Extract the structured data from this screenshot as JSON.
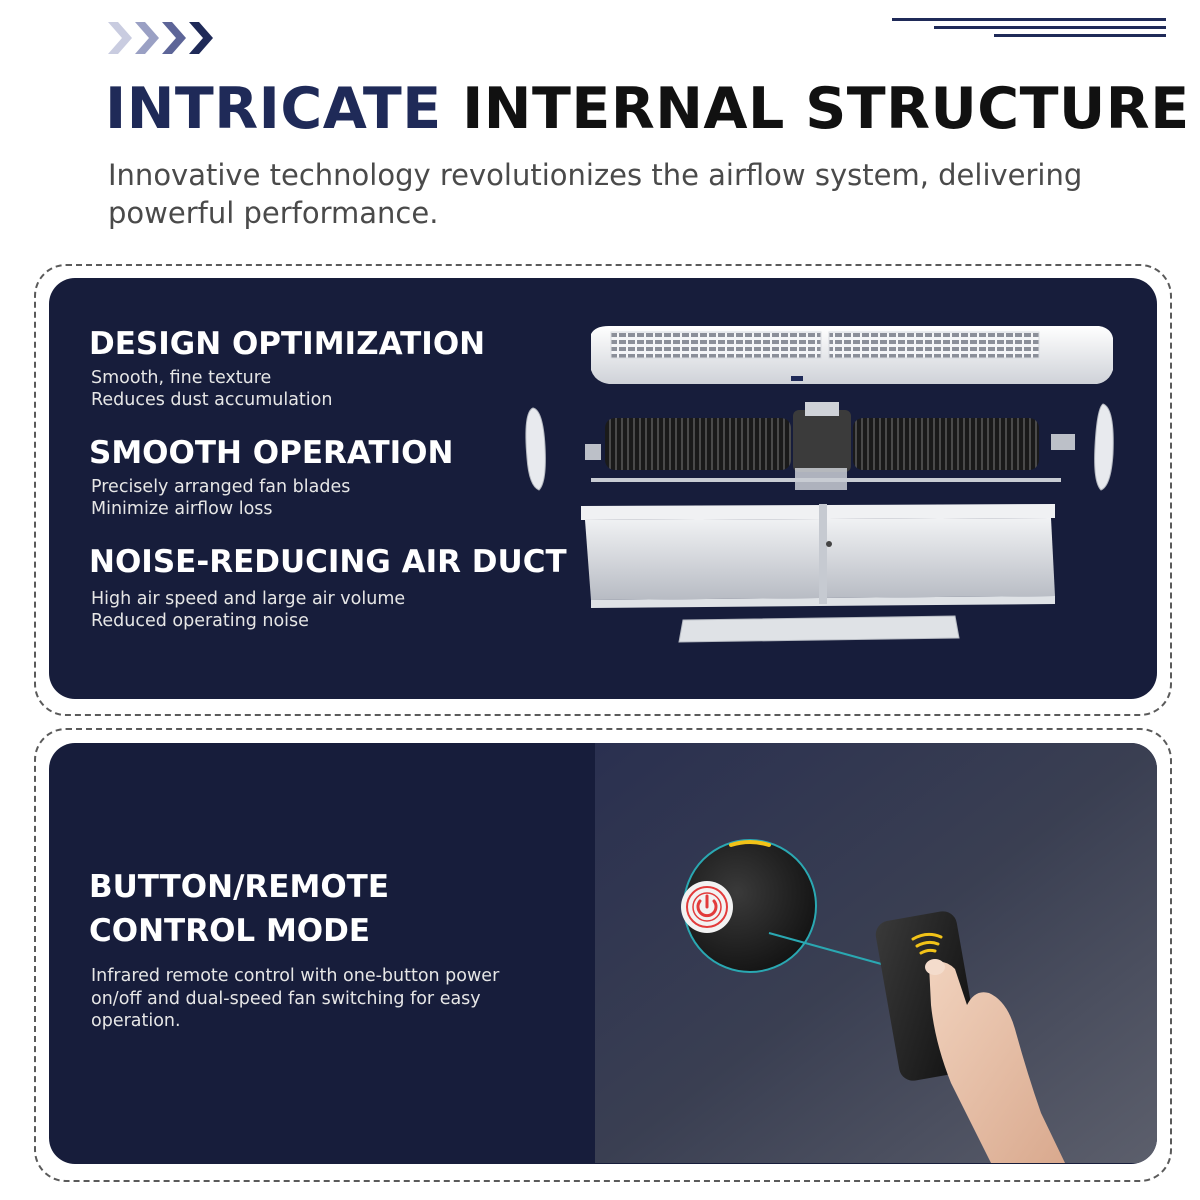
{
  "header": {
    "title_part1": "INTRICATE",
    "title_part2": "INTERNAL STRUCTURE",
    "subtitle": "Innovative technology revolutionizes the airflow system, delivering powerful performance."
  },
  "structure_panel": {
    "features": [
      {
        "title": "DESIGN OPTIMIZATION",
        "lines": [
          "Smooth, fine texture",
          "Reduces dust accumulation"
        ]
      },
      {
        "title": "SMOOTH OPERATION",
        "lines": [
          "Precisely arranged fan blades",
          "Minimize airflow loss"
        ]
      },
      {
        "title": "NOISE-REDUCING AIR DUCT",
        "lines": [
          "High air speed and large air volume",
          "Reduced operating noise"
        ]
      }
    ]
  },
  "control_panel": {
    "title": "BUTTON/REMOTE CONTROL MODE",
    "description": "Infrared remote control with one-button power on/off and dual-speed fan switching for easy operation."
  },
  "icons": {
    "chevrons": "chevron-right-icon",
    "power": "power-icon",
    "signal": "signal-waves-icon"
  },
  "colors": {
    "navy": "#1f2a58",
    "panel": "#171d3b",
    "power_red": "#e23b3b",
    "signal_yellow": "#f2c318"
  }
}
